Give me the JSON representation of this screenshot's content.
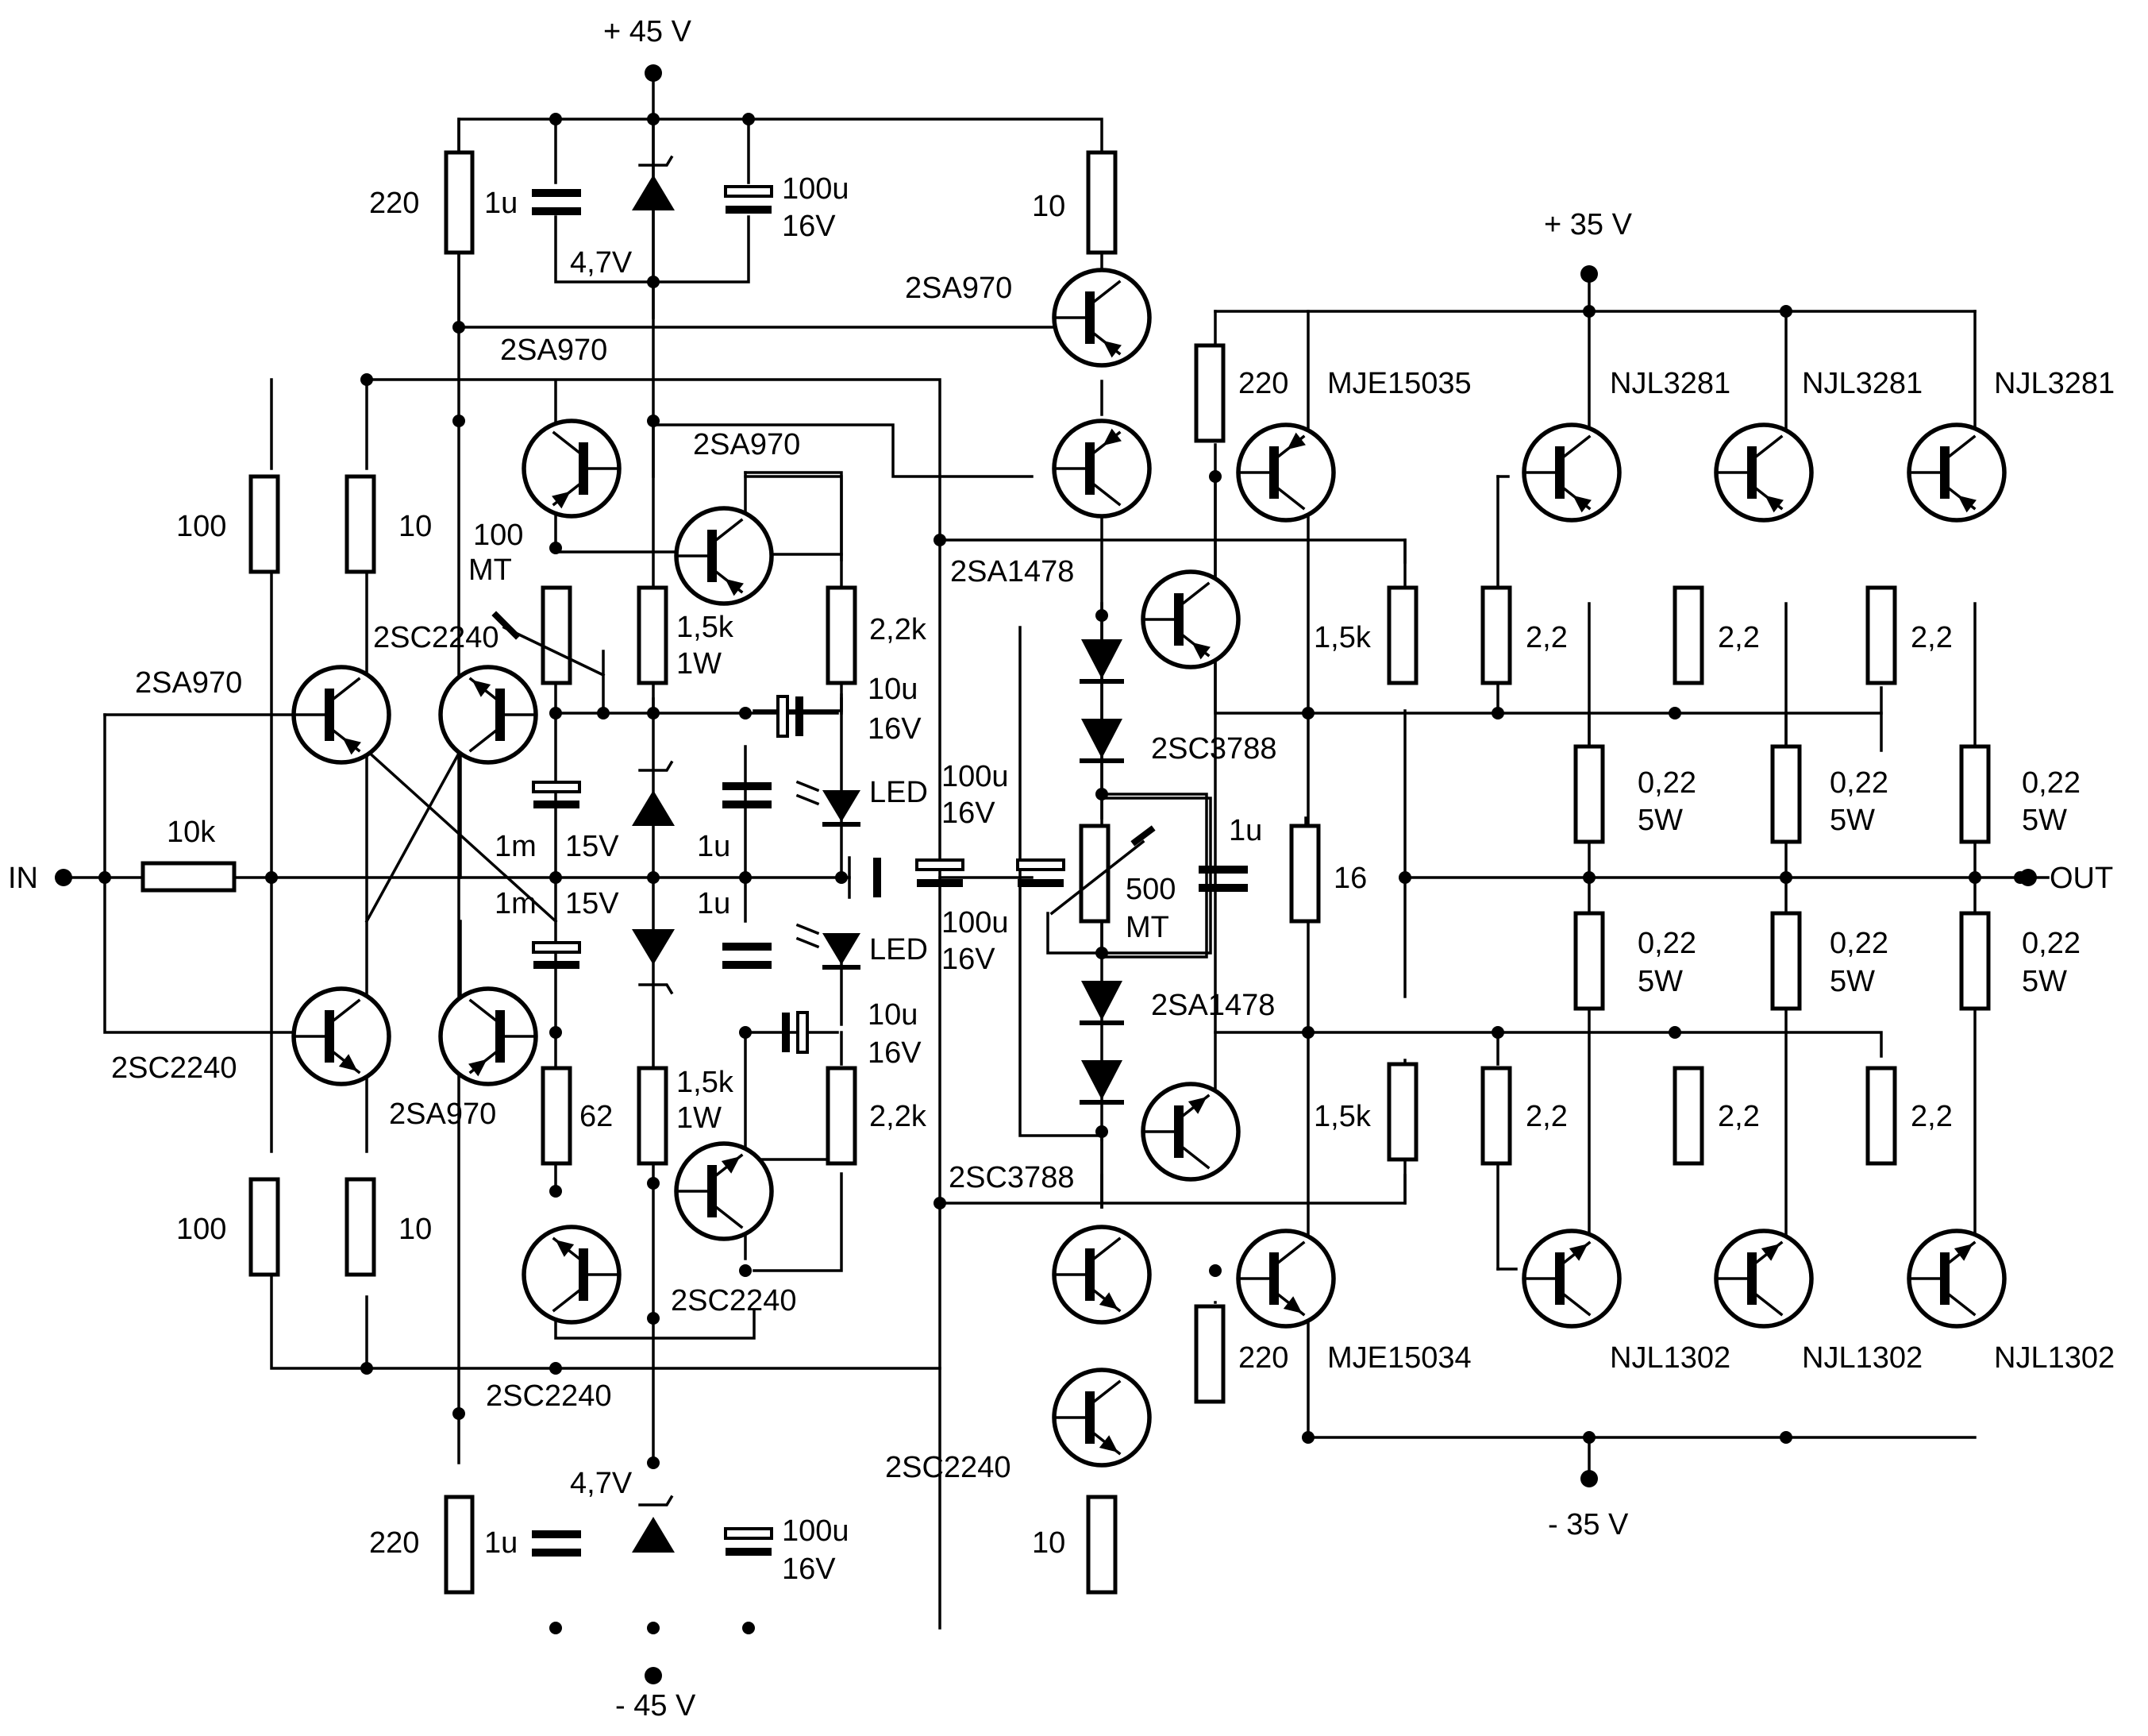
{
  "supplies": {
    "vpos45": "+ 45 V",
    "vneg45": "- 45 V",
    "vpos35": "+ 35 V",
    "vneg35": "- 35 V"
  },
  "ports": {
    "in": "IN",
    "out": "OUT"
  },
  "labels": {
    "r220_top": "220",
    "c1u_top": "1u",
    "z47_top": "4,7V",
    "c100u_top_a": "100u",
    "c100u_top_b": "16V",
    "r10_top": "10",
    "q2sa970_top": "2SA970",
    "q2sa970_topleft": "2SA970",
    "q2sa970_mid": "2SA970",
    "r100_left_top": "100",
    "r10_left_top": "10",
    "p100mt_a": "100",
    "p100mt_b": "MT",
    "q2sc2240_left_top": "2SC2240",
    "q2sa970_left_top": "2SA970",
    "r15k_a_top": "1,5k",
    "r15k_b_top": "1W",
    "r22k_top": "2,2k",
    "c10u_top_a": "10u",
    "c10u_top_b": "16V",
    "c1m_top": "1m",
    "z15v_top": "15V",
    "c1u_mid_top": "1u",
    "led_top": "LED",
    "r10k": "10k",
    "c1m_bot": "1m",
    "z15v_bot": "15V",
    "c1u_mid_bot": "1u",
    "led_bot": "LED",
    "c100u_mid_top_a": "100u",
    "c100u_mid_top_b": "16V",
    "c100u_mid_bot_a": "100u",
    "c100u_mid_bot_b": "16V",
    "q2sc2240_left_bot": "2SC2240",
    "q2sa970_left_bot": "2SA970",
    "r62": "62",
    "r15k_a_bot": "1,5k",
    "r15k_b_bot": "1W",
    "r22k_bot": "2,2k",
    "c10u_bot_a": "10u",
    "c10u_bot_b": "16V",
    "r100_left_bot": "100",
    "r10_left_bot": "10",
    "q2sc2240_midbot": "2SC2240",
    "q2sc2240_bot": "2SC2240",
    "q2sc2240_botright": "2SC2240",
    "q2sc3788_bot": "2SC3788",
    "r220_bot": "220",
    "c1u_bot": "1u",
    "z47_bot": "4,7V",
    "c100u_bot_a": "100u",
    "c100u_bot_b": "16V",
    "r10_bot": "10",
    "q2sa1478_top": "2SA1478",
    "q2sc3788_mid": "2SC3788",
    "c1u_bias": "1u",
    "p500mt_a": "500",
    "p500mt_b": "MT",
    "q2sa1478_bot": "2SA1478",
    "r220_drv_top": "220",
    "q_mje15035": "MJE15035",
    "r15k_drv_top": "1,5k",
    "r16": "16",
    "r15k_drv_bot": "1,5k",
    "r220_drv_bot": "220",
    "q_mje15034": "MJE15034",
    "q_njl3281_1": "NJL3281",
    "q_njl3281_2": "NJL3281",
    "q_njl3281_3": "NJL3281",
    "q_njl1302_1": "NJL1302",
    "q_njl1302_2": "NJL1302",
    "q_njl1302_3": "NJL1302",
    "r22_top_1": "2,2",
    "r22_top_2": "2,2",
    "r22_top_3": "2,2",
    "r22_bot_1": "2,2",
    "r22_bot_2": "2,2",
    "r22_bot_3": "2,2",
    "re_top_1a": "0,22",
    "re_top_1b": "5W",
    "re_top_2a": "0,22",
    "re_top_2b": "5W",
    "re_top_3a": "0,22",
    "re_top_3b": "5W",
    "re_bot_1a": "0,22",
    "re_bot_1b": "5W",
    "re_bot_2a": "0,22",
    "re_bot_2b": "5W",
    "re_bot_3a": "0,22",
    "re_bot_3b": "5W"
  }
}
